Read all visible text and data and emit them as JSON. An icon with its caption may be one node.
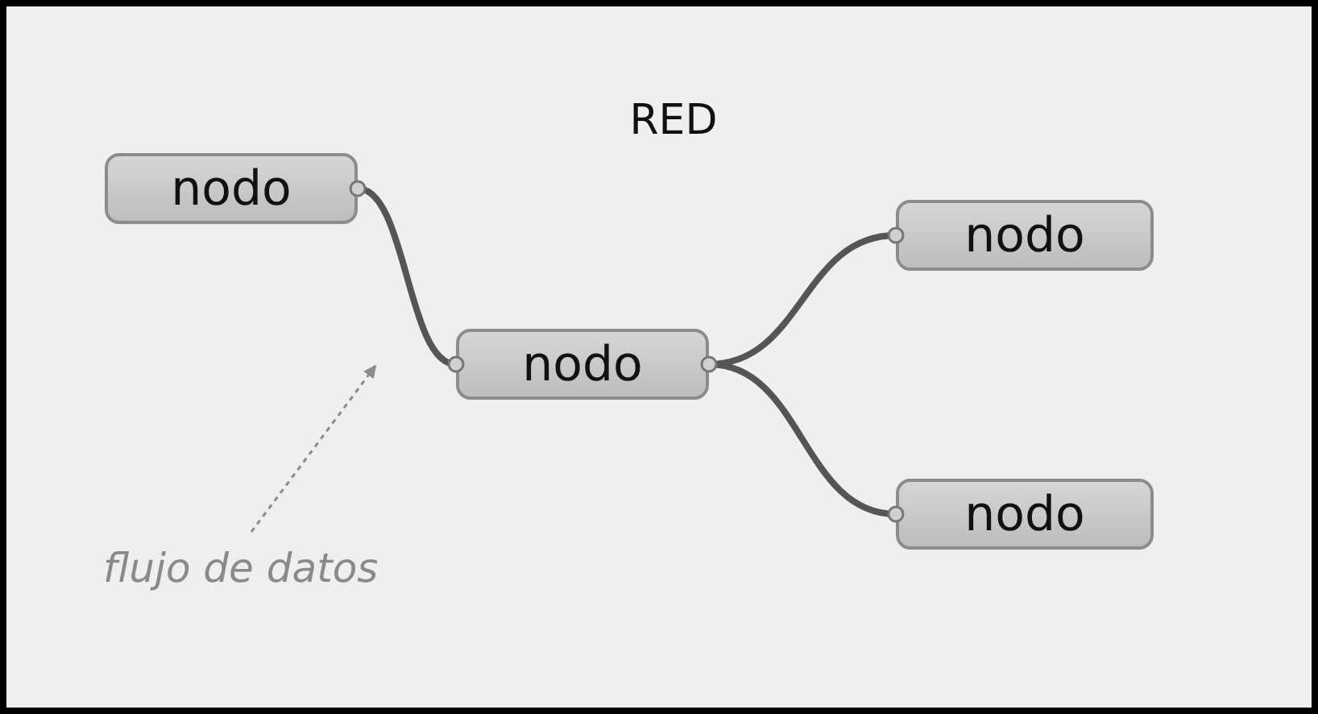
{
  "diagram": {
    "title": "RED",
    "nodes": [
      {
        "text": [
          "nodo"
        ]
      },
      {
        "text": [
          "nodo"
        ]
      },
      {
        "text": [
          "nodo"
        ]
      },
      {
        "text": [
          "nodo"
        ]
      },
      {
        "text": [
          "flujo de datos"
        ]
      }
    ],
    "edges": [
      {
        "from": 0,
        "to": 1,
        "arrow": "none"
      },
      {
        "from": 1,
        "to": 2,
        "arrow": "none"
      },
      {
        "from": 1,
        "to": 3,
        "arrow": "none"
      },
      {
        "from": 4,
        "to": null,
        "arrow": "to",
        "style": "dashed",
        "color": "#8a8a8a"
      }
    ]
  }
}
